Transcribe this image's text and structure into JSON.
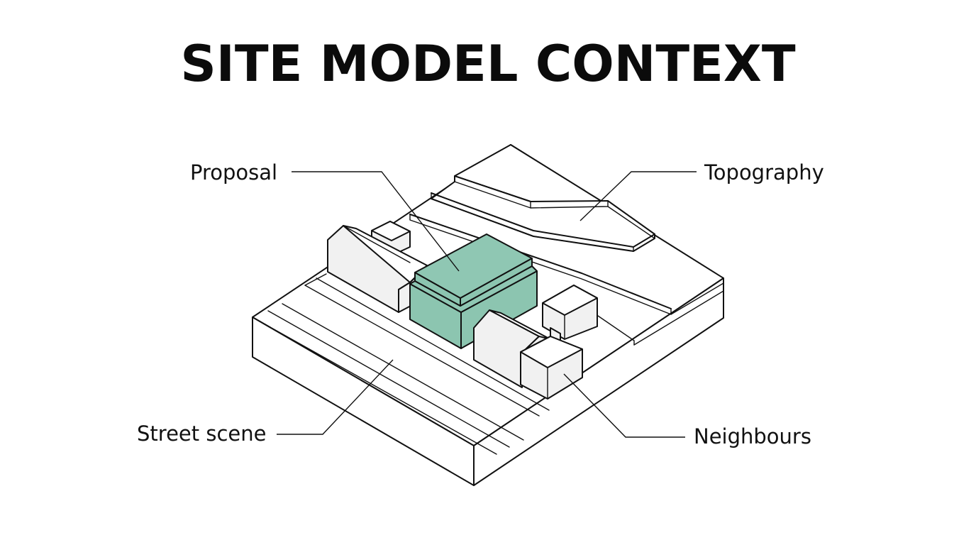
{
  "title": "SITE MODEL CONTEXT",
  "labels": {
    "proposal": "Proposal",
    "topography": "Topography",
    "street_scene": "Street scene",
    "neighbours": "Neighbours"
  },
  "colors": {
    "proposal_fill": "#8cc5b0",
    "proposal_top": "#8fc7b3",
    "line": "#111111",
    "neighbour_fill": "#f1f1f1"
  }
}
